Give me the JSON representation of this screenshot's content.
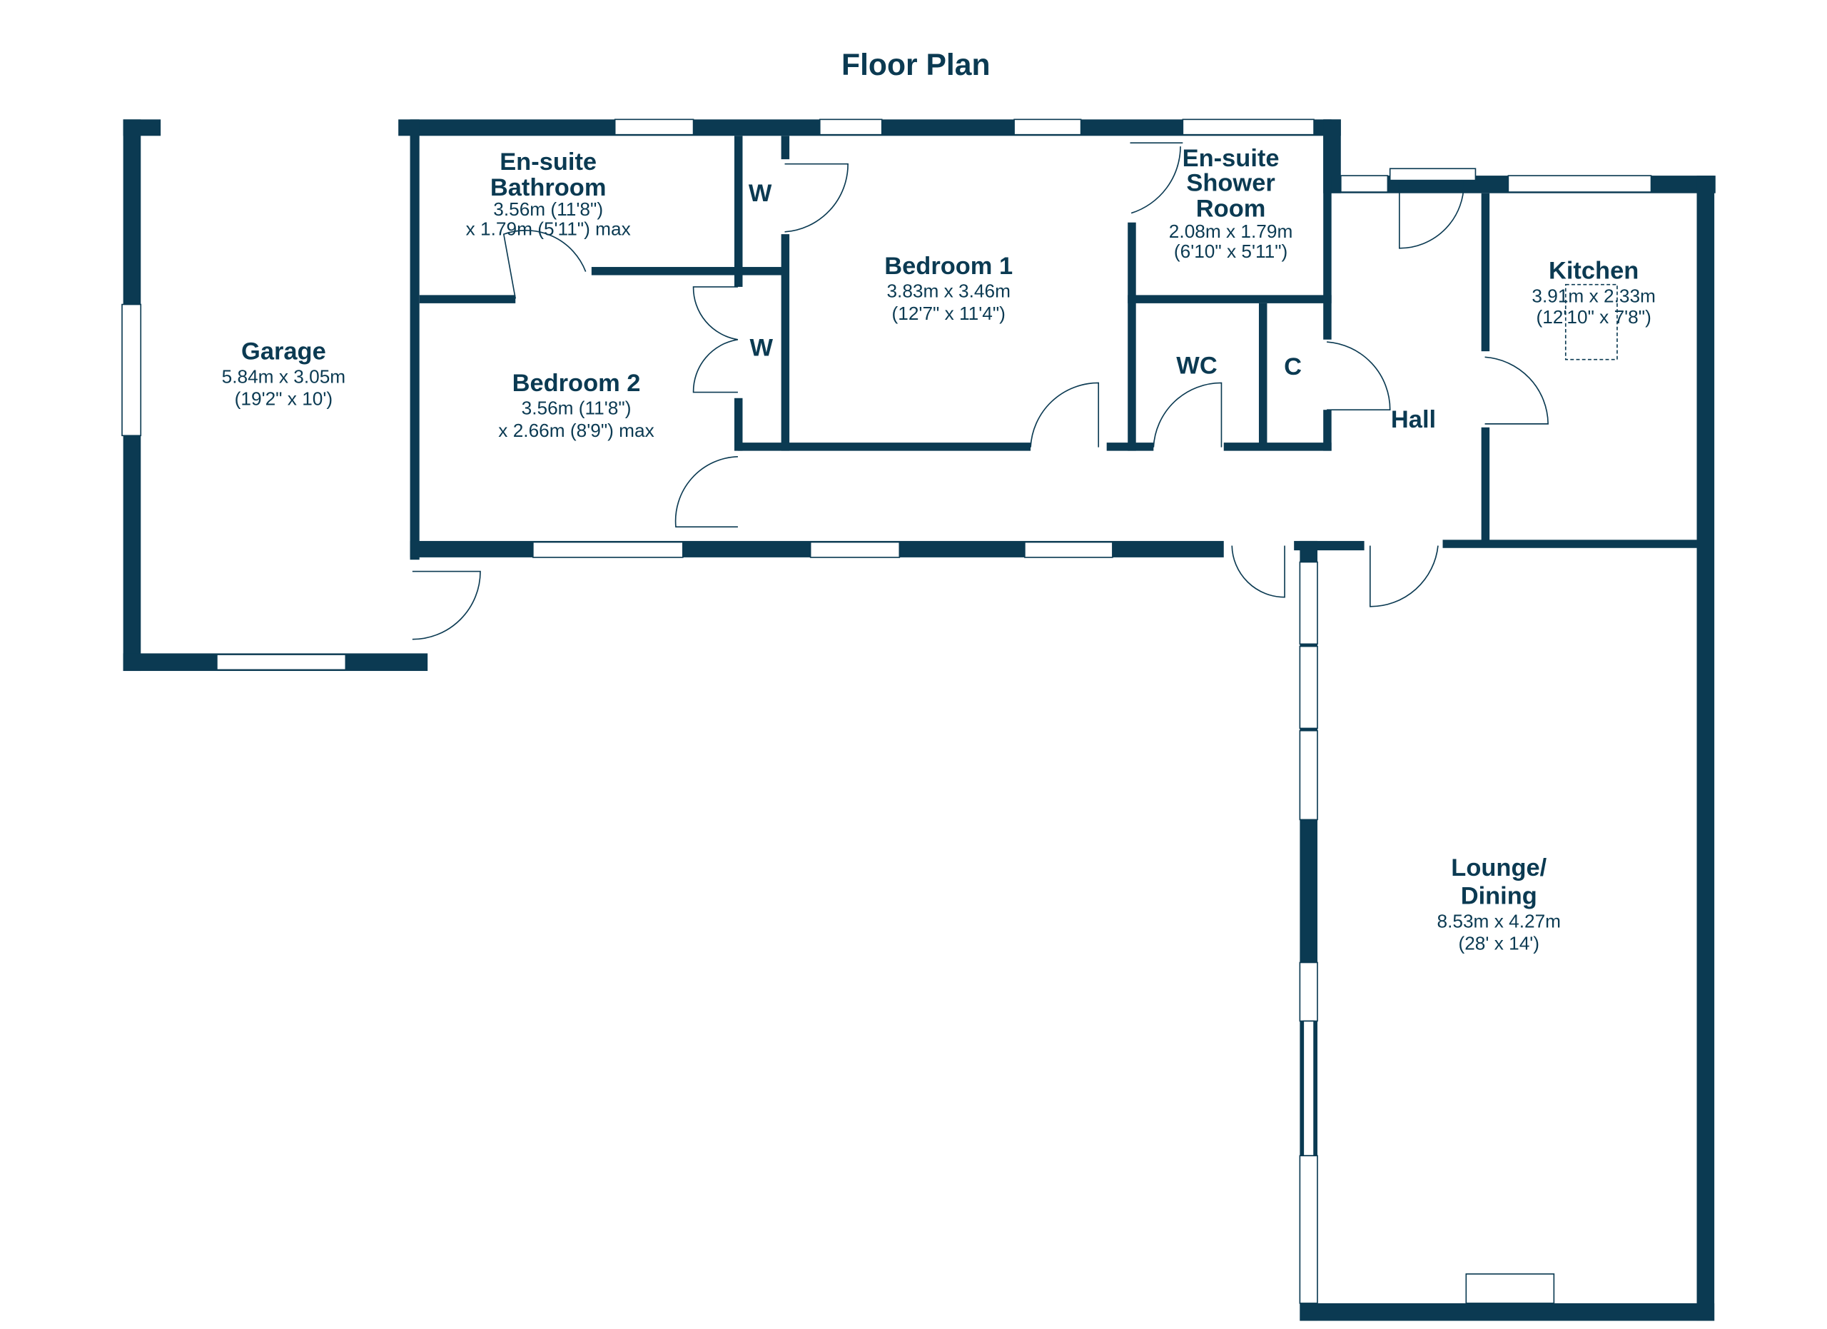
{
  "title": "Floor Plan",
  "colors": {
    "wall": "#0b3a52",
    "background": "#ffffff"
  },
  "rooms": {
    "garage": {
      "name": "Garage",
      "dim1": "5.84m x 3.05m",
      "dim2": "(19'2\" x 10')"
    },
    "ensuite_bathroom": {
      "name1": "En-suite",
      "name2": "Bathroom",
      "dim1": "3.56m (11'8\")",
      "dim2": "x 1.79m (5'11\") max"
    },
    "wardrobe_1": {
      "name": "W"
    },
    "wardrobe_2": {
      "name": "W"
    },
    "bedroom_2": {
      "name": "Bedroom 2",
      "dim1": "3.56m (11'8\")",
      "dim2": "x 2.66m (8'9\") max"
    },
    "bedroom_1": {
      "name": "Bedroom 1",
      "dim1": "3.83m x 3.46m",
      "dim2": "(12'7\" x 11'4\")"
    },
    "ensuite_shower": {
      "name1": "En-suite",
      "name2": "Shower",
      "name3": "Room",
      "dim1": "2.08m x 1.79m",
      "dim2": "(6'10\" x 5'11\")"
    },
    "wc": {
      "name": "WC"
    },
    "cupboard": {
      "name": "C"
    },
    "hall": {
      "name": "Hall"
    },
    "kitchen": {
      "name": "Kitchen",
      "dim1": "3.91m x 2.33m",
      "dim2": "(12'10\" x 7'8\")"
    },
    "lounge": {
      "name1": "Lounge/",
      "name2": "Dining",
      "dim1": "8.53m x 4.27m",
      "dim2": "(28' x 14')"
    }
  }
}
